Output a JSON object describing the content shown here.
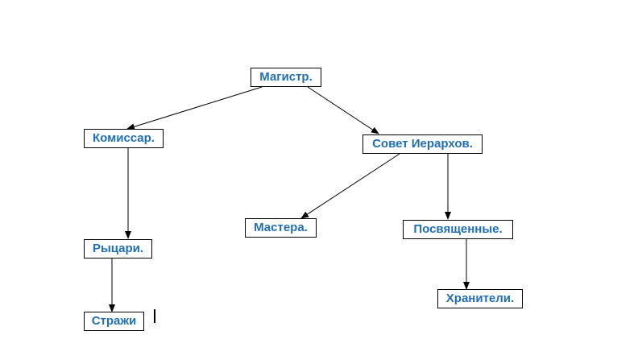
{
  "diagram": {
    "nodes": [
      {
        "id": "magistr",
        "label": "Магистр."
      },
      {
        "id": "komissar",
        "label": "Комиссар."
      },
      {
        "id": "sovet",
        "label": "Совет Иерархов."
      },
      {
        "id": "rycari",
        "label": "Рыцари."
      },
      {
        "id": "mastera",
        "label": "Мастера."
      },
      {
        "id": "posvyashchennye",
        "label": "Посвященные."
      },
      {
        "id": "straji",
        "label": "Стражи"
      },
      {
        "id": "hraniteli",
        "label": "Хранители."
      }
    ],
    "edges": [
      {
        "from": "magistr",
        "to": "komissar"
      },
      {
        "from": "magistr",
        "to": "sovet"
      },
      {
        "from": "komissar",
        "to": "rycari"
      },
      {
        "from": "rycari",
        "to": "straji"
      },
      {
        "from": "sovet",
        "to": "mastera"
      },
      {
        "from": "sovet",
        "to": "posvyashchennye"
      },
      {
        "from": "posvyashchennye",
        "to": "hraniteli"
      }
    ],
    "colors": {
      "node_text": "#1f6fb5",
      "node_border": "#000000",
      "edge": "#000000"
    }
  }
}
